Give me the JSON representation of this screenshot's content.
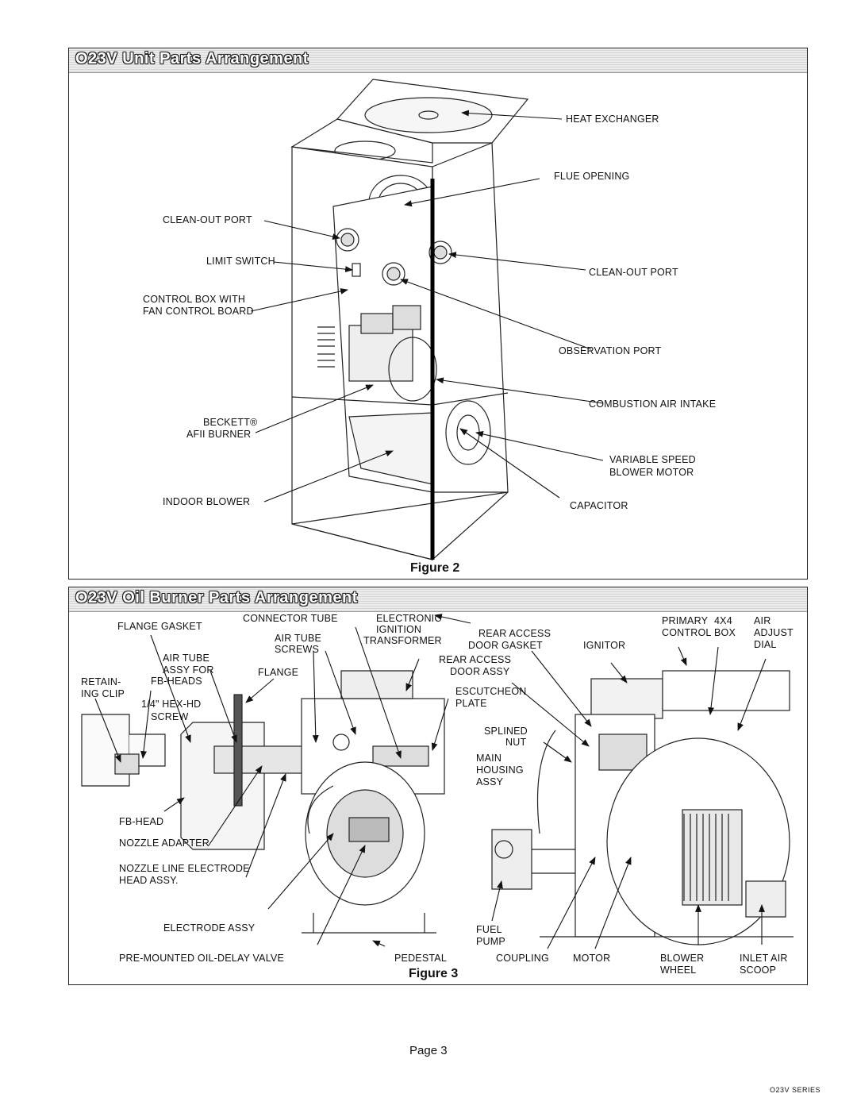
{
  "figure2": {
    "header": "O23V Unit Parts Arrangement",
    "caption": "Figure 2",
    "labels": {
      "heat_exchanger": "HEAT EXCHANGER",
      "flue_opening": "FLUE OPENING",
      "clean_out_port_left": "CLEAN-OUT PORT",
      "limit_switch": "LIMIT SWITCH",
      "control_box_1": "CONTROL BOX WITH",
      "control_box_2": "FAN CONTROL BOARD",
      "clean_out_port_right": "CLEAN-OUT PORT",
      "observation_port": "OBSERVATION PORT",
      "combustion_air_intake": "COMBUSTION AIR INTAKE",
      "beckett_1": "BECKETT®",
      "beckett_2": "AFII BURNER",
      "variable_speed_1": "VARIABLE SPEED",
      "variable_speed_2": "BLOWER MOTOR",
      "indoor_blower": "INDOOR BLOWER",
      "capacitor": "CAPACITOR"
    }
  },
  "figure3": {
    "header": "O23V Oil Burner Parts Arrangement",
    "caption": "Figure 3",
    "labels": {
      "flange_gasket": "FLANGE GASKET",
      "connector_tube": "CONNECTOR TUBE",
      "air_tube_screws_1": "AIR TUBE",
      "air_tube_screws_2": "SCREWS",
      "electronic_1": "ELECTRONIC",
      "electronic_2": "IGNITION",
      "electronic_3": "TRANSFORMER",
      "rear_access_gasket_1": "REAR ACCESS",
      "rear_access_gasket_2": "DOOR GASKET",
      "primary_control_1": "PRIMARY",
      "primary_control_2": "CONTROL",
      "box_1": "4X4",
      "box_2": "BOX",
      "air_adjust_1": "AIR",
      "air_adjust_2": "ADJUST",
      "air_adjust_3": "DIAL",
      "ignitor": "IGNITOR",
      "air_tube_assy_1": "AIR TUBE",
      "air_tube_assy_2": "ASSY FOR",
      "air_tube_assy_3": "FB-HEADS",
      "flange": "FLANGE",
      "rear_access_door_1": "REAR ACCESS",
      "rear_access_door_2": "DOOR ASSY",
      "retaining_clip_1": "RETAIN-",
      "retaining_clip_2": "ING CLIP",
      "hex_screw_1": "1/4\" HEX-HD",
      "hex_screw_2": "SCREW",
      "escutcheon_1": "ESCUTCHEON",
      "escutcheon_2": "PLATE",
      "splined_nut_1": "SPLINED",
      "splined_nut_2": "NUT",
      "main_housing_1": "MAIN",
      "main_housing_2": "HOUSING",
      "main_housing_3": "ASSY",
      "fb_head": "FB-HEAD",
      "nozzle_adapter": "NOZZLE ADAPTER",
      "nozzle_line_1": "NOZZLE LINE ELECTRODE",
      "nozzle_line_2": "HEAD ASSY.",
      "electrode_assy": "ELECTRODE ASSY",
      "pre_mounted_valve": "PRE-MOUNTED OIL-DELAY VALVE",
      "pedestal": "PEDESTAL",
      "fuel_pump_1": "FUEL",
      "fuel_pump_2": "PUMP",
      "coupling": "COUPLING",
      "motor": "MOTOR",
      "blower_wheel_1": "BLOWER",
      "blower_wheel_2": "WHEEL",
      "inlet_scoop_1": "INLET AIR",
      "inlet_scoop_2": "SCOOP"
    }
  },
  "footer": {
    "page": "Page 3",
    "series": "O23V SERIES"
  }
}
